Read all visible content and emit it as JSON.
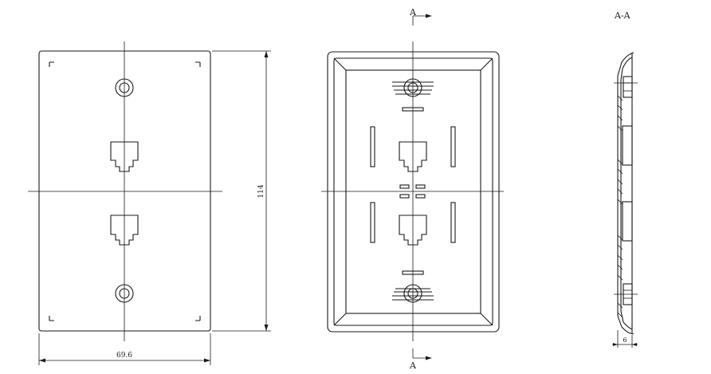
{
  "front_view": {
    "width_dimension": "69.6",
    "height_dimension": "114"
  },
  "back_view": {
    "section_mark_top": "A",
    "section_mark_bottom": "A"
  },
  "section_view": {
    "title": "A-A",
    "thickness_dimension": "6"
  },
  "colors": {
    "line": "#1a1a1a",
    "background": "#ffffff"
  }
}
